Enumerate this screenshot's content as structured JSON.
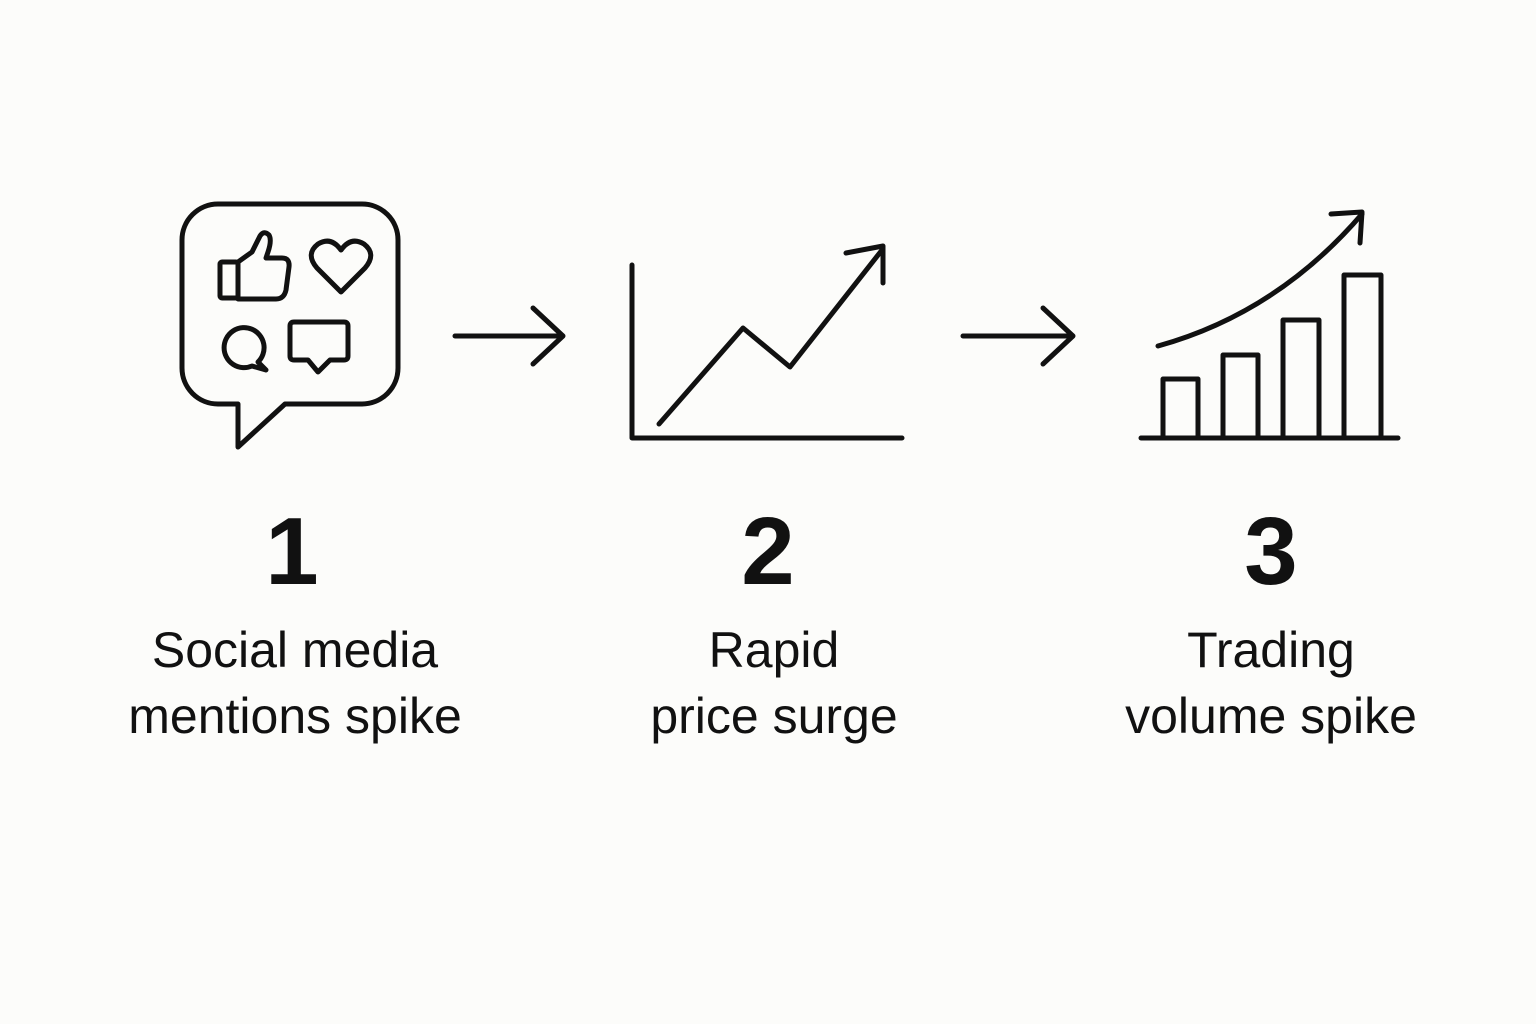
{
  "colors": {
    "background": "#fcfcfa",
    "ink": "#111111"
  },
  "steps": [
    {
      "number": "1",
      "label_line1": "Social media",
      "label_line2": "mentions spike",
      "icon": "social-media-bubble-icon"
    },
    {
      "number": "2",
      "label_line1": "Rapid",
      "label_line2": "price surge",
      "icon": "rising-line-chart-icon"
    },
    {
      "number": "3",
      "label_line1": "Trading",
      "label_line2": "volume spike",
      "icon": "rising-bar-chart-icon"
    }
  ],
  "connectors": [
    "arrow-right-icon",
    "arrow-right-icon"
  ]
}
